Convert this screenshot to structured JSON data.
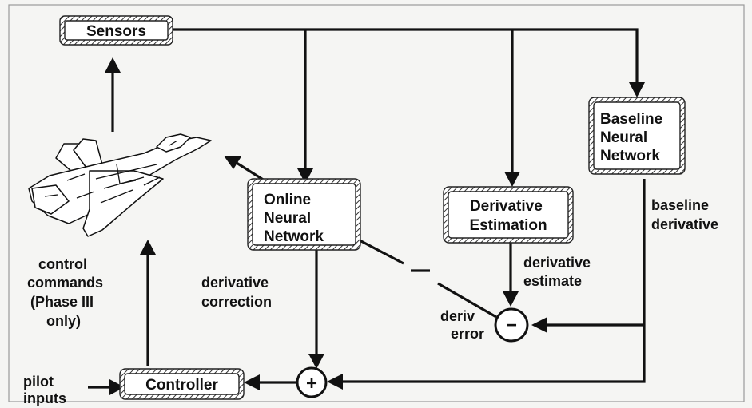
{
  "blocks": {
    "sensors": [
      "Sensors"
    ],
    "online_nn": [
      "Online",
      "Neural",
      "Network"
    ],
    "derivative_estimation": [
      "Derivative",
      "Estimation"
    ],
    "baseline_nn": [
      "Baseline",
      "Neural",
      "Network"
    ],
    "controller": [
      "Controller"
    ]
  },
  "labels": {
    "control_commands": [
      "control",
      "commands",
      "(Phase III",
      "only)"
    ],
    "derivative_correction": [
      "derivative",
      "correction"
    ],
    "derivative_estimate": [
      "derivative",
      "estimate"
    ],
    "baseline_derivative": [
      "baseline",
      "derivative"
    ],
    "deriv_error": [
      "deriv",
      "error"
    ],
    "pilot_inputs": [
      "pilot",
      "inputs"
    ]
  },
  "junctions": {
    "sum_sign": "+",
    "diff_sign": "−"
  },
  "icons": {
    "aircraft": "fighter-jet-icon"
  }
}
